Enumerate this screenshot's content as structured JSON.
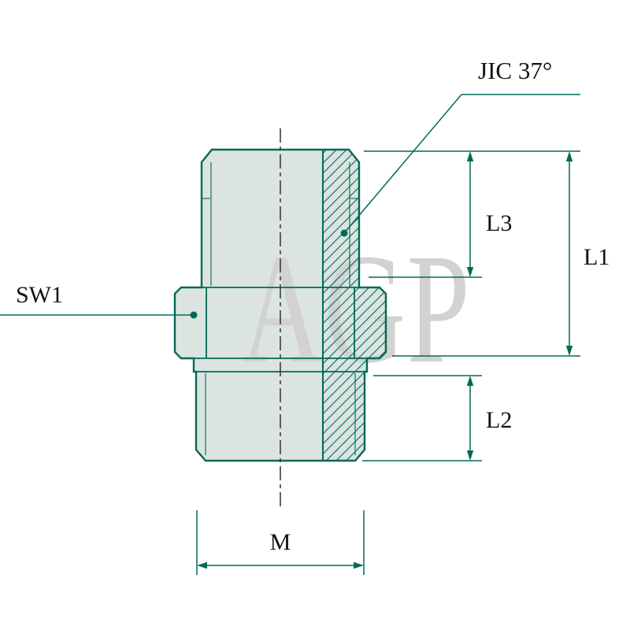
{
  "diagram": {
    "callout": "JIC 37°",
    "watermark": "AGP",
    "labels": {
      "sw1": "SW1",
      "l3": "L3",
      "l1": "L1",
      "l2": "L2",
      "m": "M"
    },
    "colors": {
      "line": "#006A58",
      "centerline": "#3C3C3C",
      "fill": "#DBE4E0",
      "watermark": "#D2D2D2",
      "text": "#121212"
    }
  }
}
